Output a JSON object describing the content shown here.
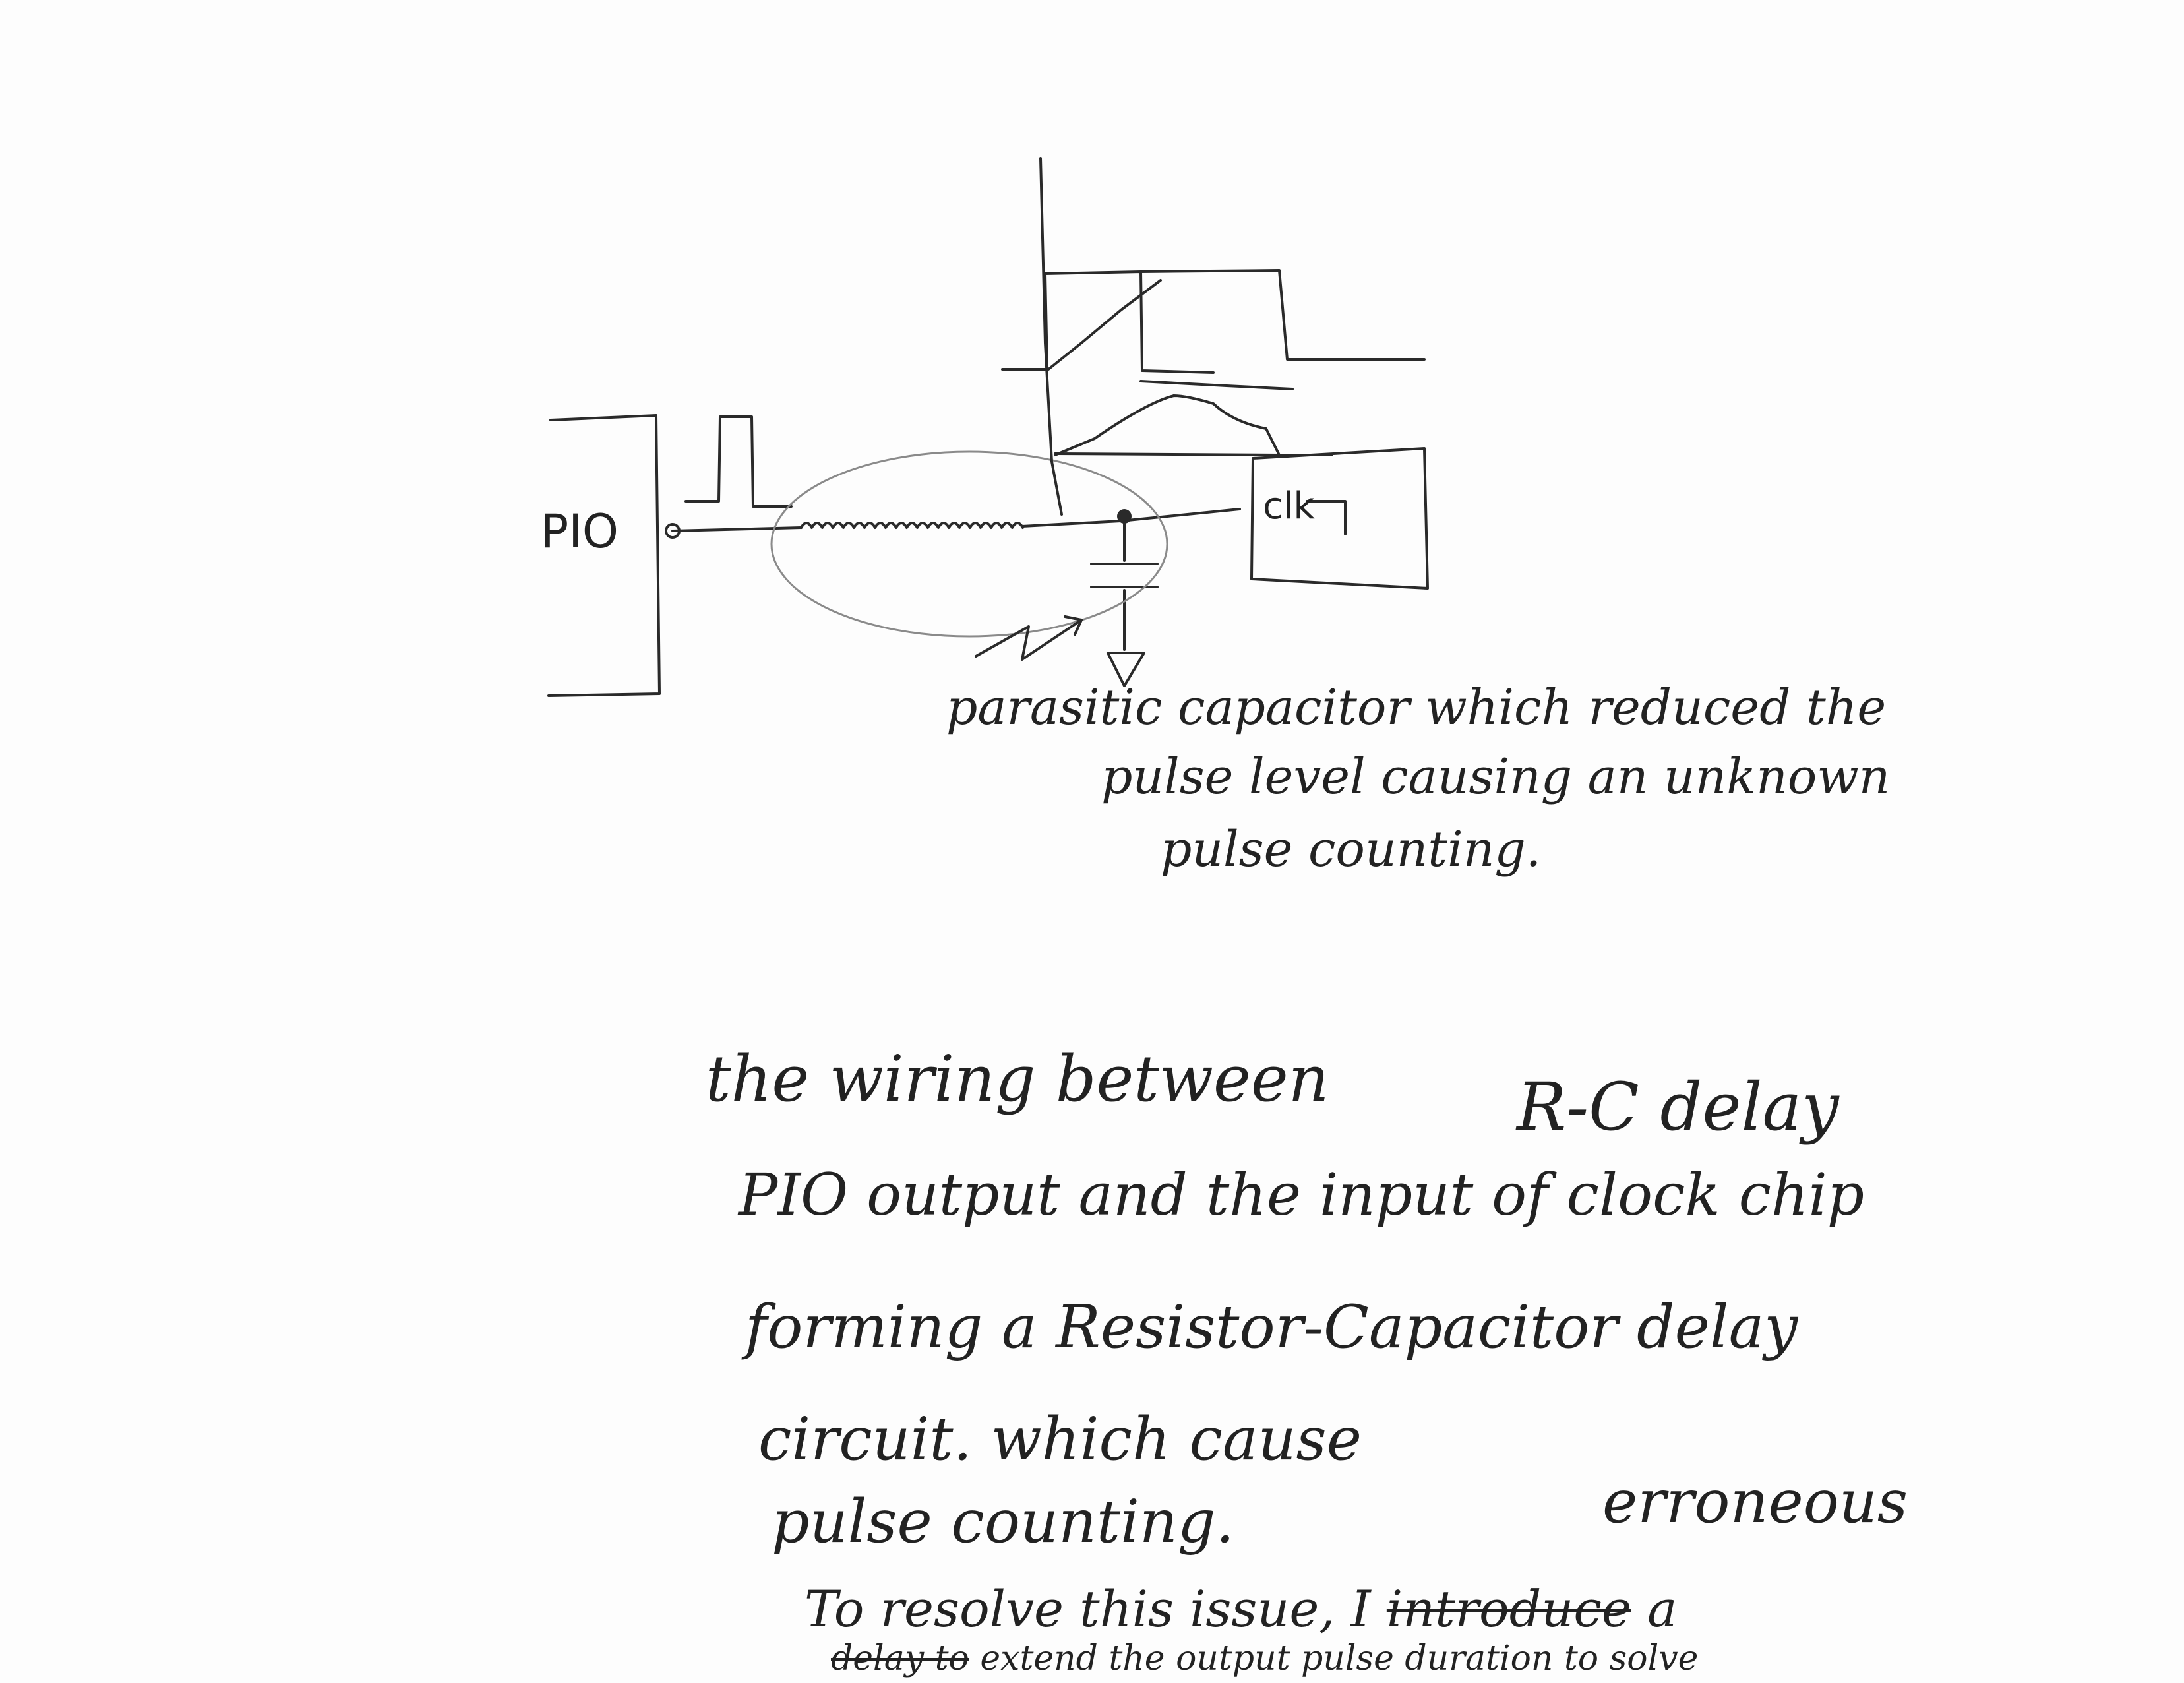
{
  "diagram": {
    "pio_label": "PIO",
    "clk_label": "clk",
    "parasitic_note": [
      "parasitic capacitor which reduced the",
      "pulse level causing an unknown",
      "pulse counting."
    ]
  },
  "notes": {
    "lines": [
      "the wiring between",
      "R-C delay",
      "PIO output and the input of clock chip",
      "forming a Resistor-Capacitor delay",
      "circuit. which cause",
      "erroneous",
      "pulse counting."
    ],
    "resolve_line": "To resolve this issue, I",
    "crossed_word": "introduce",
    "trailing_word": "a",
    "last_line_crossed": "delay to",
    "last_line": "extend the output pulse duration to solve"
  }
}
